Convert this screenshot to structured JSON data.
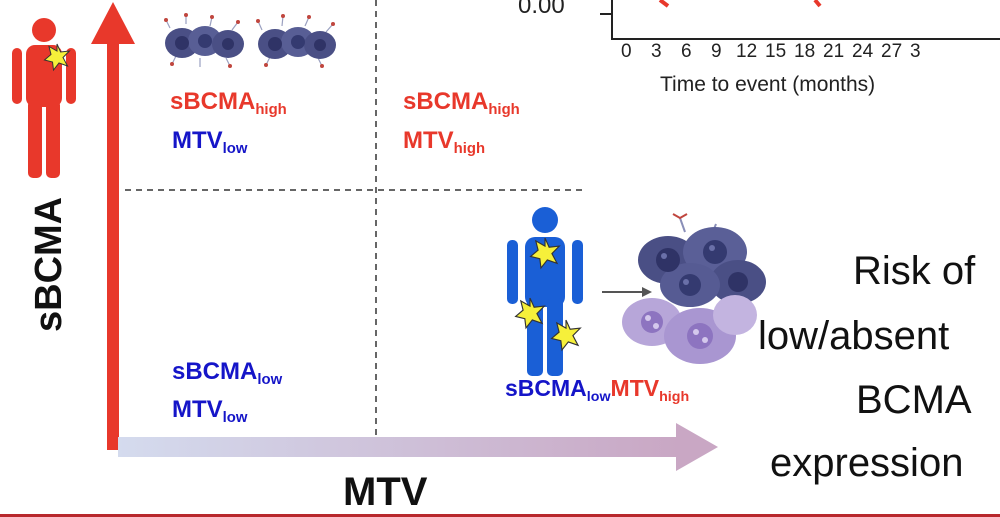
{
  "km_inset": {
    "y_tick": "0.00",
    "x_ticks": [
      "0",
      "3",
      "6",
      "9",
      "12",
      "15",
      "18",
      "21",
      "24",
      "27",
      "3"
    ],
    "x_label": "Time to event (months)"
  },
  "axes": {
    "y_label": "sBCMA",
    "x_label": "MTV"
  },
  "quadrants": {
    "top_left": {
      "sbcma": "sBCMA",
      "sbcma_sub": "high",
      "mtv": "MTV",
      "mtv_sub": "low"
    },
    "top_right": {
      "sbcma": "sBCMA",
      "sbcma_sub": "high",
      "mtv": "MTV",
      "mtv_sub": "high"
    },
    "bottom_left": {
      "sbcma": "sBCMA",
      "sbcma_sub": "low",
      "mtv": "MTV",
      "mtv_sub": "low"
    },
    "bottom_right": {
      "sbcma": "sBCMA",
      "sbcma_sub": "low",
      "mtv": "MTV",
      "mtv_sub": "high"
    }
  },
  "risk_text": [
    "Risk of",
    "low/absent",
    "BCMA",
    "expression"
  ],
  "colors": {
    "red": "#e8382b",
    "blue": "#1515c8",
    "person_blue": "#1a5fd6",
    "star": "#f6f03a",
    "axis_x": "#c6cde0",
    "cell_dark": "#4a4f85",
    "cell_light": "#b7a6d9"
  },
  "icons": [
    "person-red-icon",
    "person-blue-icon",
    "star-icon",
    "myeloma-cell-icon",
    "arrow-icon"
  ]
}
